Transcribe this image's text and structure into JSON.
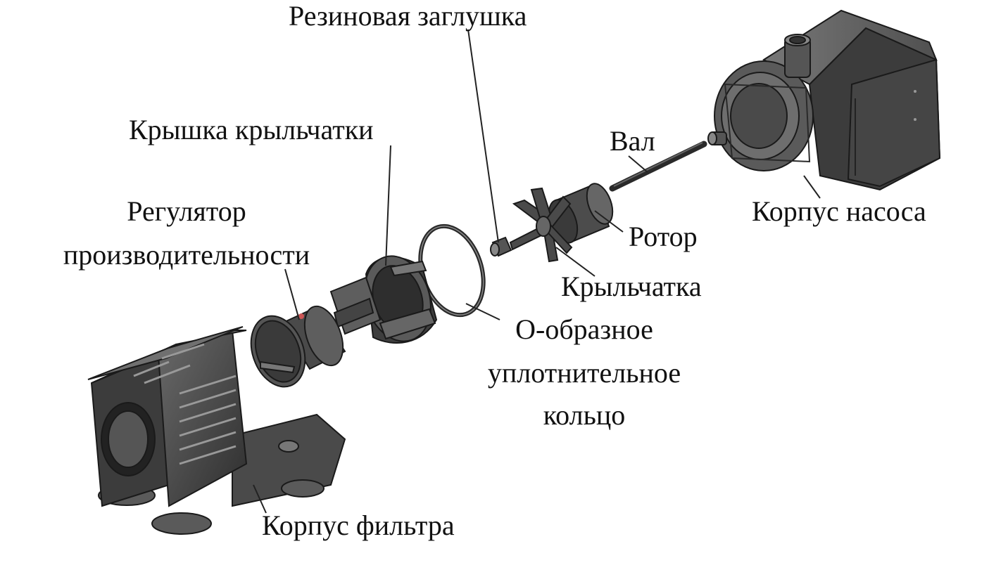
{
  "diagram": {
    "labels": {
      "rubber_plug": "Резиновая заглушка",
      "impeller_cover": "Крышка крыльчатки",
      "shaft": "Вал",
      "regulator_line1": "Регулятор",
      "regulator_line2": "производительности",
      "pump_housing": "Корпус насоса",
      "rotor": "Ротор",
      "impeller": "Крыльчатка",
      "oring_line1": "О-образное",
      "oring_line2": "уплотнительное",
      "oring_line3": "кольцо",
      "filter_housing": "Корпус фильтра"
    },
    "colors": {
      "part_fill": "#4a4a4a",
      "part_dark": "#2b2b2b",
      "part_light": "#777777",
      "outline": "#1a1a1a",
      "leader": "#222222",
      "background": "#ffffff"
    }
  }
}
